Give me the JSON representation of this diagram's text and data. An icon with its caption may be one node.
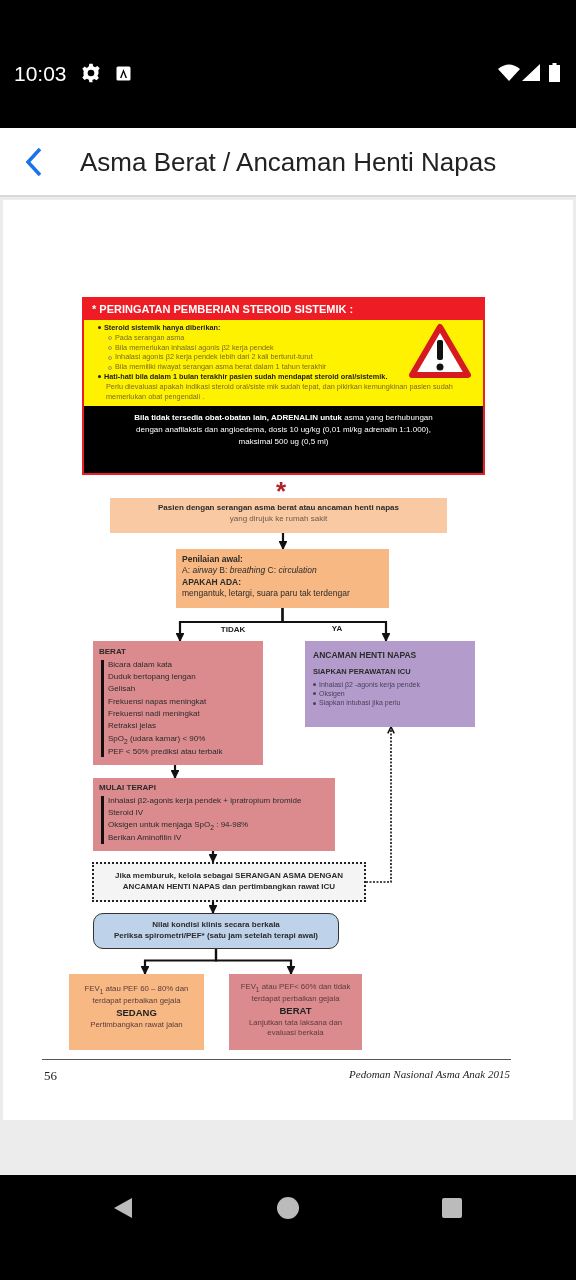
{
  "diagram": {
    "title": "Asma Berat / Ancaman Henti Napas",
    "nodes": [
      {
        "text": [
          "* PERINGATAN PEMBERIAN STEROID SISTEMIK :",
          "Steroid sistemik hanya diberikan:",
          "Pada serangan asma",
          "Bila memerlukan inhalasi agonis β2 kerja pendek",
          "Inhalasi agonis β2 kerja pendek lebih dari 2 kali berturut-turut",
          "Bila memiliki riwayat serangan asma berat dalam 1 tahun terakhir",
          "Hati-hati bila dalam 1 bulan terakhir pasien sudah mendapat steroid oral/sistemik.",
          "Perlu dievaluasi apakah indikasi steroid oral/siste mik sudah tepat, dan pikirkan kemungkinan pasien sudah memerlukan obat pengendali .",
          "**Bila tidak tersedia obat-obatan lain, ADRENALIN untuk** asma yang berhubungan dengan anafilaksis dan angioedema, dosis 10 ug/kg (0,01 ml/kg adrenalin 1:1.000), maksimal 500 ug (0,5 ml)"
        ]
      },
      {
        "text": [
          "Pasien dengan serangan asma berat atau ancaman henti napas",
          "yang dirujuk ke rumah sakit"
        ]
      },
      {
        "text": [
          "Penilaian awal:",
          "A: *airway* B: *breathing* C: *circulation*",
          "APAKAH ADA:",
          "mengantuk, letargi, suara paru tak terdengar"
        ]
      },
      {
        "text": [
          "BERAT",
          "Bicara dalam kata",
          "Duduk bertopang lengan",
          "Gelisah",
          "Frekuensi napas meningkat",
          "Frekuensi nadi meningkat",
          "Retraksi jelas",
          "SpO$_{2}$ (udara kamar) < 90%",
          "PEF < 50% prediksi atau terbaik"
        ]
      },
      {
        "text": [
          "ANCAMAN HENTI NAPAS",
          "SIAPKAN PERAWATAN ICU",
          "Inhalasi β2 -agonis kerja pendek",
          "Oksigen",
          "Siapkan intubasi jika perlu"
        ]
      },
      {
        "text": [
          "MULAI TERAPI",
          "Inhalasi β2-agonis kerja pendek + ipratropium bromide",
          "Steroid IV",
          "Oksigen untuk menjaga SpO$_{2}$ : 94-98%",
          "Berikan Aminofilin IV"
        ]
      },
      {
        "text": [
          "Jika memburuk, kelola sebagai SERANGAN ASMA DENGAN ANCAMAN HENTI NAPAS dan pertimbangkan rawat ICU"
        ]
      },
      {
        "text": [
          "Nilai kondisi klinis secara berkala",
          "Periksa spirometri/PEF* (satu jam setelah terapi awal)"
        ]
      },
      {
        "text": [
          "FEV$_{1}$ atau PEF 60 – 80% dan terdapat perbaikan gejala",
          "SEDANG",
          "Pertimbangkan rawat jalan"
        ]
      },
      {
        "text": [
          "FEV$_{1}$ atau PEF< 60% dan tidak terdapat perbaikan gejala",
          "BERAT",
          "Lanjutkan tata laksana dan evaluasi berkala"
        ]
      }
    ],
    "edges": [
      {
        "from": 1,
        "to": 2,
        "arrow": "to"
      },
      {
        "from": 2,
        "to": 3,
        "arrow": "to",
        "label": "TIDAK"
      },
      {
        "from": 2,
        "to": 4,
        "arrow": "to",
        "label": "YA"
      },
      {
        "from": 3,
        "to": 5,
        "arrow": "to"
      },
      {
        "from": 5,
        "to": 6,
        "arrow": "to"
      },
      {
        "from": 6,
        "to": 4,
        "arrow": "to",
        "style": "dashed"
      },
      {
        "from": 6,
        "to": 7,
        "arrow": "to"
      },
      {
        "from": 7,
        "to": 8,
        "arrow": "to"
      },
      {
        "from": 7,
        "to": 9,
        "arrow": "to"
      }
    ],
    "labels": [
      "10:03",
      "*",
      "56",
      "Pedoman Nasional Asma Anak 2015"
    ]
  }
}
